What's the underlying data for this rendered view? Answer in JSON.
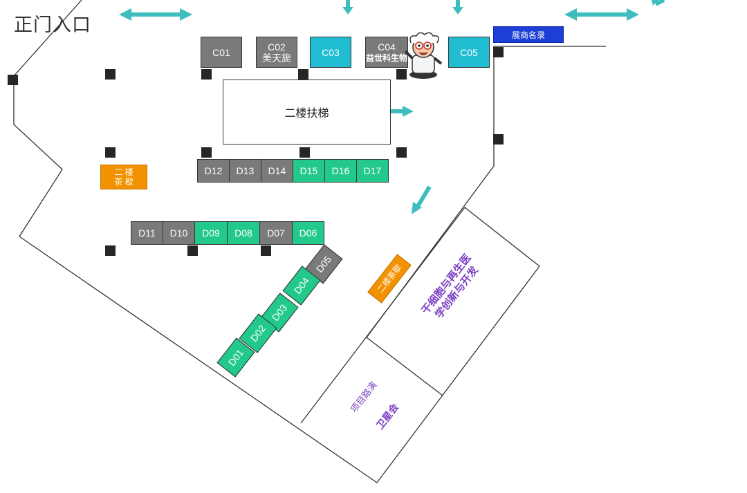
{
  "map": {
    "entrance_label": "正门入口",
    "exhibitors_button": "展商名录",
    "escalator_label": "二楼扶梯",
    "tea_break_1": "二 楼\n茶 歇",
    "tea_break_2": "二楼茶歇",
    "stage_line1": "干细胞与再生医",
    "stage_line2": "学创新与开发",
    "roadshow_label": "项目路演",
    "satellite_label": "卫星会"
  },
  "booths_c": [
    {
      "id": "C01",
      "sub": "",
      "color": "gray"
    },
    {
      "id": "C02",
      "sub": "美天旎",
      "color": "gray"
    },
    {
      "id": "C03",
      "sub": "",
      "color": "cyan"
    },
    {
      "id": "C04",
      "sub": "益世科生物",
      "color": "gray"
    },
    {
      "id": "C05",
      "sub": "",
      "color": "cyan"
    }
  ],
  "booths_d_row1": [
    {
      "id": "D12",
      "color": "gray"
    },
    {
      "id": "D13",
      "color": "gray"
    },
    {
      "id": "D14",
      "color": "gray"
    },
    {
      "id": "D15",
      "color": "green"
    },
    {
      "id": "D16",
      "color": "green"
    },
    {
      "id": "D17",
      "color": "green"
    }
  ],
  "booths_d_row2": [
    {
      "id": "D11",
      "color": "gray"
    },
    {
      "id": "D10",
      "color": "gray"
    },
    {
      "id": "D09",
      "color": "green"
    },
    {
      "id": "D08",
      "color": "green"
    },
    {
      "id": "D07",
      "color": "gray"
    },
    {
      "id": "D06",
      "color": "green"
    }
  ],
  "booths_diag": [
    {
      "id": "D05",
      "color": "gray"
    },
    {
      "id": "D04",
      "color": "green"
    },
    {
      "id": "D03",
      "color": "green"
    },
    {
      "id": "D02",
      "color": "green"
    },
    {
      "id": "D01",
      "color": "green"
    }
  ],
  "colors": {
    "gray": "#7a7a7a",
    "cyan": "#1fbcd2",
    "green": "#22c98a",
    "orange": "#f39200",
    "arrow": "#3dbdbd",
    "exhibitors_blue": "#1d3fd6",
    "purple": "#7b3fc4"
  }
}
